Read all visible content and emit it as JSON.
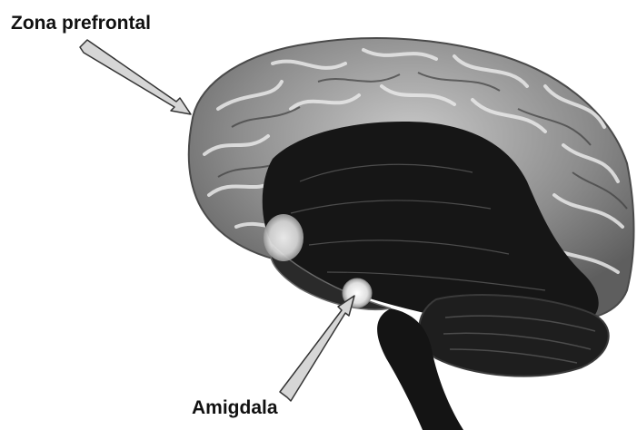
{
  "labels": {
    "prefrontal": "Zona prefrontal",
    "amygdala": "Amigdala"
  },
  "colors": {
    "background": "#ffffff",
    "cortex": "#9a9a9a",
    "inner_brain": "#161616",
    "highlight": "#efefef",
    "label_text": "#111111",
    "arrow_fill": "#d6d6d6",
    "arrow_stroke": "#333333"
  },
  "icons": {
    "main_image": "brain-illustration",
    "pointer": "arrow-icon"
  }
}
